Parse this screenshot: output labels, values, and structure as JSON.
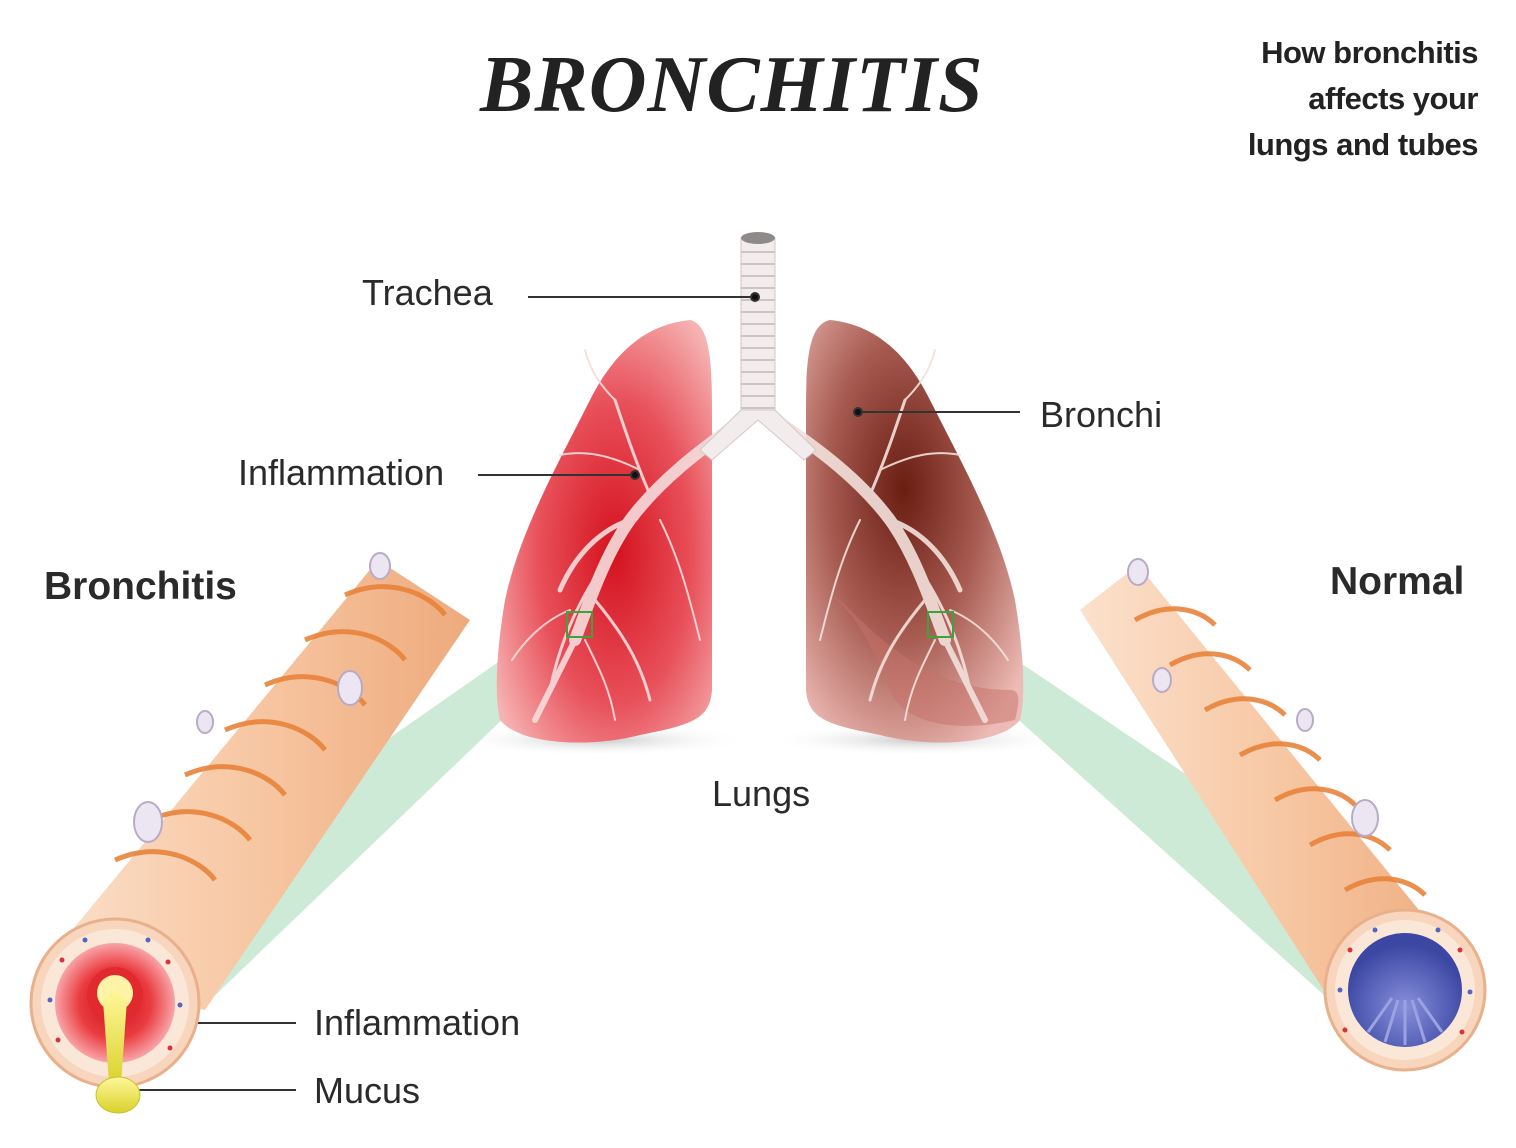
{
  "title": "BRONCHITIS",
  "subtitle_lines": [
    "How bronchitis",
    "affects your",
    "lungs and tubes"
  ],
  "labels": {
    "trachea": "Trachea",
    "bronchi": "Bronchi",
    "inflammation_lung": "Inflammation",
    "lungs": "Lungs",
    "bronchitis_header": "Bronchitis",
    "normal_header": "Normal",
    "inflammation_tube": "Inflammation",
    "mucus": "Mucus"
  },
  "colors": {
    "inflamed_lung": "#e0414b",
    "normal_lung": "#9a4d45",
    "airway_tissue": "#f7c7a3",
    "muscle_bands": "#e8833a",
    "normal_lumen": "#4a56b0",
    "inflamed_lumen": "#e53a3a",
    "mucus": "#eeee55",
    "zoom_beam": "#c4e6cf"
  }
}
